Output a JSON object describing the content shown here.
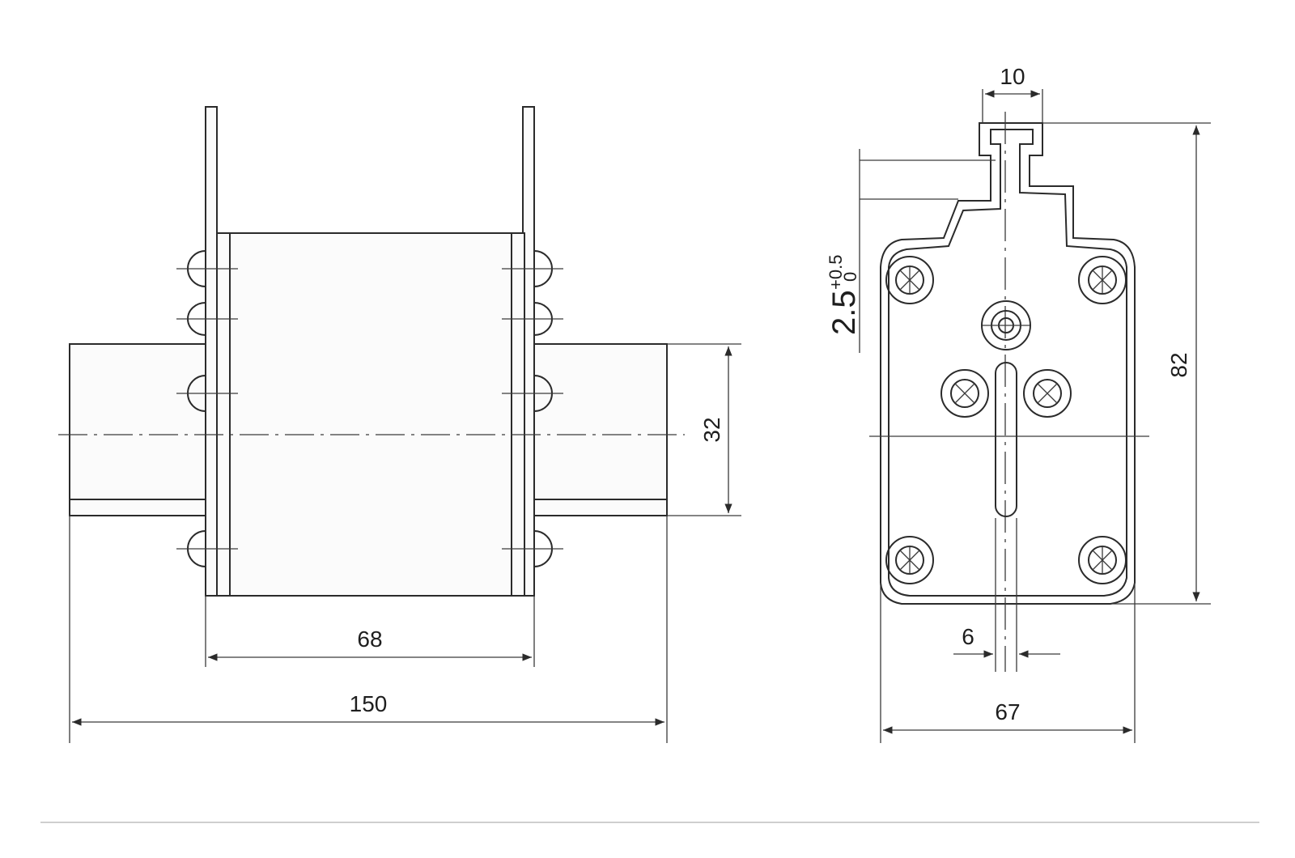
{
  "front_view": {
    "dim_body_width": "68",
    "dim_overall_length": "150",
    "dim_blade_height": "32"
  },
  "side_view": {
    "dim_tab_width": "10",
    "dim_tab_thickness_main": "2.5",
    "dim_tab_thickness_upper_tol": "+0.5",
    "dim_tab_thickness_lower_tol": "0",
    "dim_height": "82",
    "dim_slot_width": "6",
    "dim_width": "67"
  },
  "colors": {
    "line": "#2b2b2b",
    "background": "#ffffff"
  }
}
